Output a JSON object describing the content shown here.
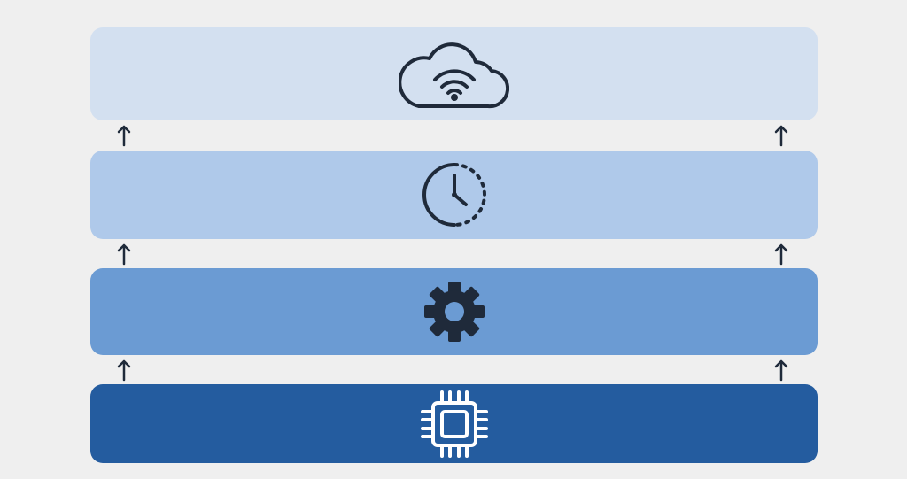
{
  "layers": [
    {
      "id": "cloud",
      "icon": "cloud-wifi-icon",
      "color": "#d3e0f0"
    },
    {
      "id": "clock",
      "icon": "clock-icon",
      "color": "#afc9ea"
    },
    {
      "id": "gear",
      "icon": "gear-icon",
      "color": "#6b9bd3"
    },
    {
      "id": "chip",
      "icon": "microchip-icon",
      "color": "#245c9f"
    }
  ],
  "icon_dark_color": "#1f2a3a",
  "icon_light_color": "#ffffff",
  "arrow_color": "#1f2a3a"
}
